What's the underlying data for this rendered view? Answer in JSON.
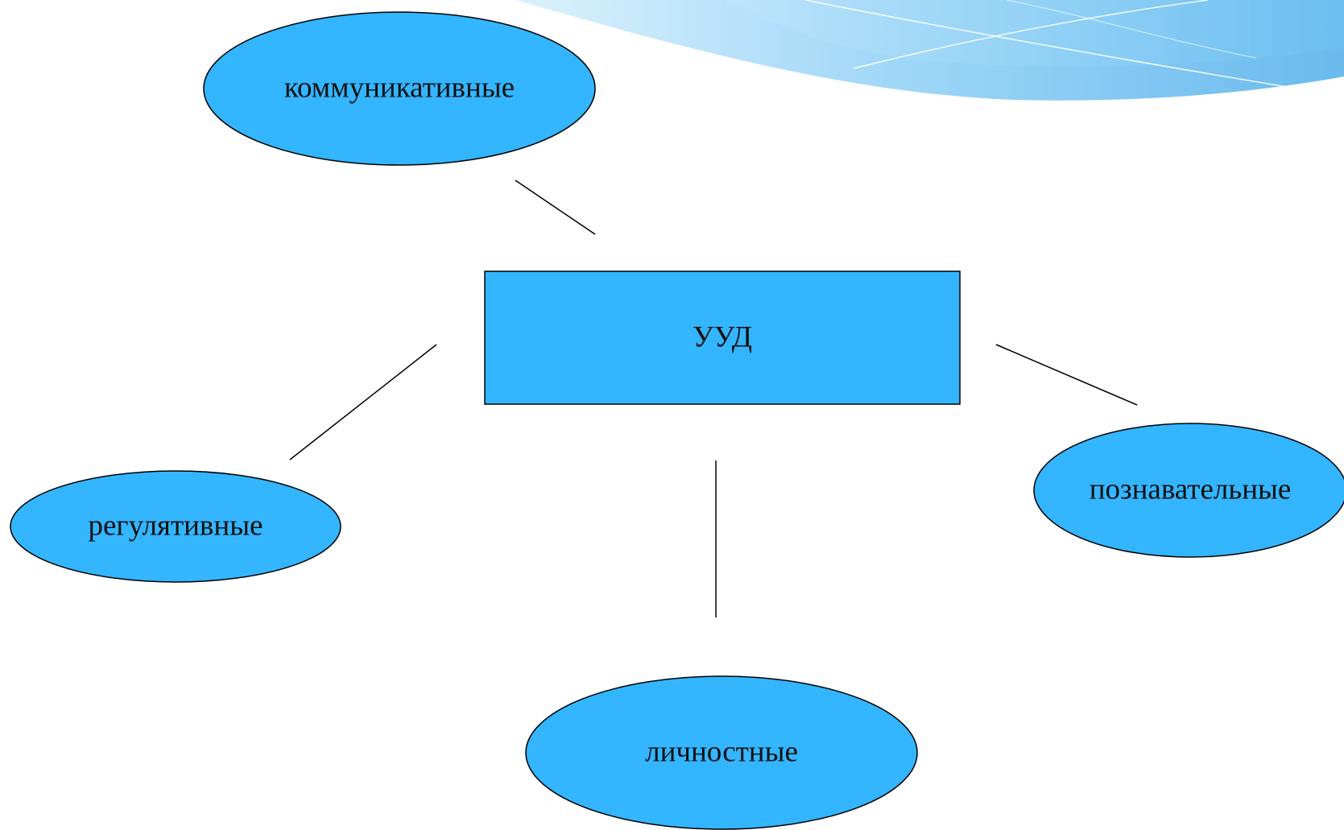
{
  "colors": {
    "node_fill": "#33B5FF",
    "node_stroke": "#000000",
    "connector": "#000000",
    "banner_light": "#A9DDFA",
    "banner_mid": "#7FC8F4",
    "banner_dark": "#4FAEEB"
  },
  "diagram": {
    "center": {
      "label": "УУД",
      "shape": "rectangle"
    },
    "nodes": [
      {
        "id": "communicative",
        "label": "коммуникативные",
        "shape": "ellipse"
      },
      {
        "id": "regulatory",
        "label": "регулятивные",
        "shape": "ellipse"
      },
      {
        "id": "personal",
        "label": "личностные",
        "shape": "ellipse"
      },
      {
        "id": "cognitive",
        "label": "познавательные",
        "shape": "ellipse"
      }
    ],
    "edges": [
      {
        "from": "УУД",
        "to": "коммуникативные"
      },
      {
        "from": "УУД",
        "to": "регулятивные"
      },
      {
        "from": "УУД",
        "to": "личностные"
      },
      {
        "from": "УУД",
        "to": "познавательные"
      }
    ]
  }
}
